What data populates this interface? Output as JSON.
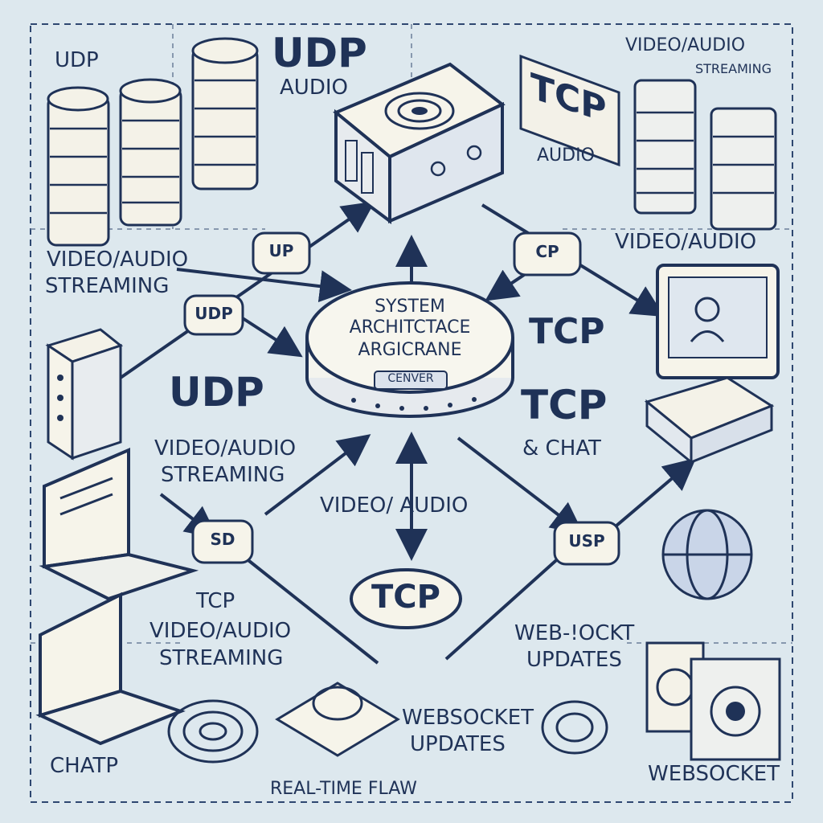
{
  "center": {
    "line1": "SYSTEM",
    "line2": "ARCHITCTACE",
    "line3": "ARGICRANE",
    "badge": "CENVER"
  },
  "labels": {
    "udp_top_left": "UDP",
    "udp_audio_big": "UDP",
    "udp_audio_small": "AUDIO",
    "video_audio_top_right_1": "VIDEO/AUDIO",
    "video_audio_top_right_2": "STREAMING",
    "tcp_sign": "TCP",
    "audio_mid": "AUDIO",
    "video_audio_right": "VIDEO/AUDIO",
    "video_streaming_left_1": "VIDEO/AUDIO",
    "video_streaming_left_2": "STREAMING",
    "tcp_right": "TCP",
    "udp_big_left": "UDP",
    "video_audio_left_mid_1": "VIDEO/AUDIO",
    "video_audio_left_mid_2": "STREAMING",
    "tcp_chat_big": "TCP",
    "tcp_chat_small": "& CHAT",
    "video_audio_center": "VIDEO/ AUDIO",
    "tcp_pill": "TCP",
    "tcp_bottom_left_1": "TCP",
    "tcp_bottom_left_2": "VIDEO/AUDIO",
    "tcp_bottom_left_3": "STREAMING",
    "websocket_right_1": "WEB-!OCKT",
    "websocket_right_2": "UPDATES",
    "websocket_bottom_1": "WEBSOCKET",
    "websocket_bottom_2": "UPDATES",
    "chat_bottom_left": "CHATP",
    "websocket_bottom_right": "WEBSOCKET",
    "footer": "REAL-TIME FLAW"
  },
  "badges": {
    "top_left": "UP",
    "left_mid": "UDP",
    "top_right": "CP",
    "bottom_left": "SD",
    "bottom_right": "USP"
  },
  "colors": {
    "ink": "#1f3257",
    "paper": "#f6f4ea",
    "background": "#dde8ee",
    "accent_blue": "#c9d5e8"
  }
}
